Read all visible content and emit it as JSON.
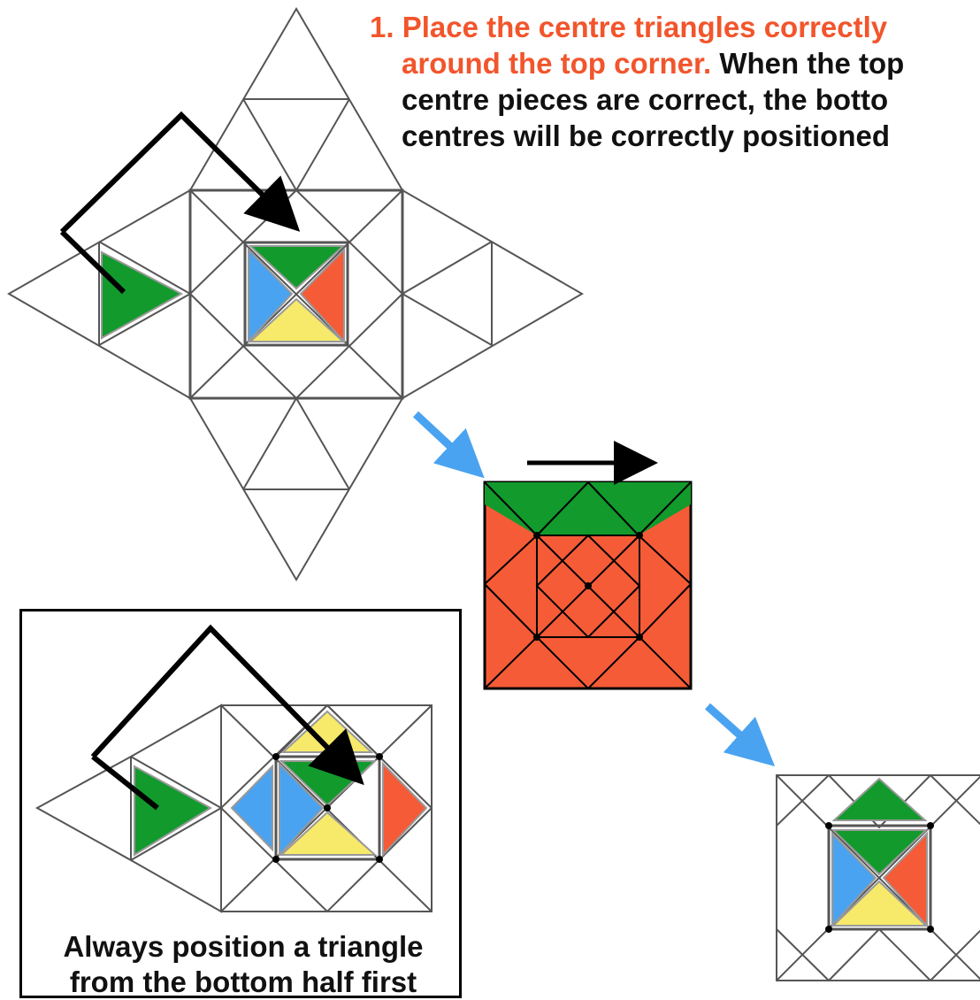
{
  "instruction": {
    "step_label": "1. Place the centre triangles correctly",
    "step_label_cont": "around the top corner.",
    "body_1": " When the top",
    "body_2": "centre pieces are correct, the botto",
    "body_3": "centres will be correctly positioned"
  },
  "note": {
    "line_1": "Always position a triangle",
    "line_2": "from the bottom half first"
  },
  "colors": {
    "green": "#129a2c",
    "orange": "#f65b37",
    "blue": "#4aa3f0",
    "yellow": "#f7ea6a",
    "line": "#555555",
    "arrow": "#000000",
    "blue_arrow": "#4aa3f0",
    "step_text": "#f2552c"
  }
}
